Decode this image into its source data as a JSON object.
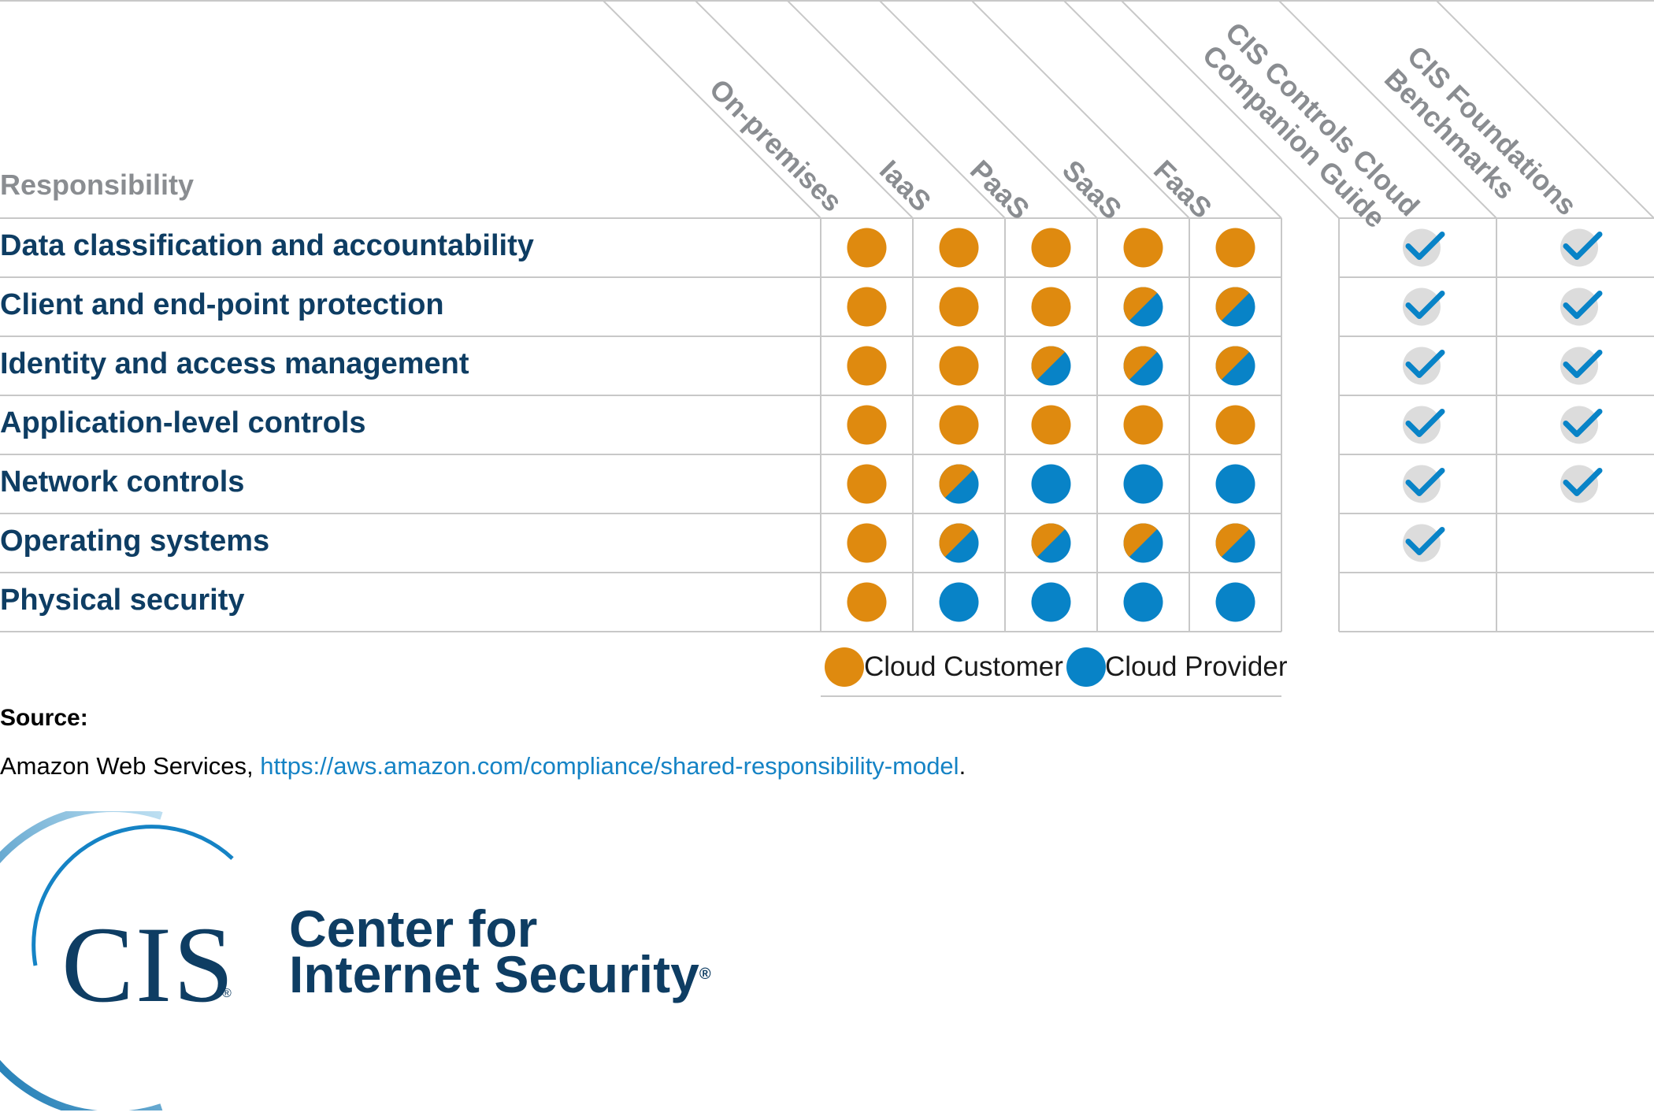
{
  "table": {
    "responsibility_header": "Responsibility",
    "columns": [
      "On-premises",
      "IaaS",
      "PaaS",
      "SaaS",
      "FaaS"
    ],
    "extra_columns": [
      {
        "lines": [
          "CIS Controls Cloud",
          "Companion Guide"
        ]
      },
      {
        "lines": [
          "CIS Foundations",
          "Benchmarks"
        ]
      }
    ],
    "rows": [
      {
        "label": "Data classification and accountability",
        "cells": [
          "customer",
          "customer",
          "customer",
          "customer",
          "customer"
        ],
        "controls_guide": true,
        "benchmarks": true
      },
      {
        "label": "Client and end-point protection",
        "cells": [
          "customer",
          "customer",
          "customer",
          "shared",
          "shared"
        ],
        "controls_guide": true,
        "benchmarks": true
      },
      {
        "label": "Identity and access management",
        "cells": [
          "customer",
          "customer",
          "shared",
          "shared",
          "shared"
        ],
        "controls_guide": true,
        "benchmarks": true
      },
      {
        "label": "Application-level controls",
        "cells": [
          "customer",
          "customer",
          "customer",
          "customer",
          "customer"
        ],
        "controls_guide": true,
        "benchmarks": true
      },
      {
        "label": "Network controls",
        "cells": [
          "customer",
          "shared",
          "provider",
          "provider",
          "provider"
        ],
        "controls_guide": true,
        "benchmarks": true
      },
      {
        "label": "Operating systems",
        "cells": [
          "customer",
          "shared",
          "shared",
          "shared",
          "shared"
        ],
        "controls_guide": true,
        "benchmarks": false
      },
      {
        "label": "Physical security",
        "cells": [
          "customer",
          "provider",
          "provider",
          "provider",
          "provider"
        ],
        "controls_guide": false,
        "benchmarks": false
      }
    ]
  },
  "legend": {
    "customer_label": "Cloud Customer",
    "provider_label": "Cloud Provider"
  },
  "colors": {
    "customer": "#df8a0f",
    "provider": "#0883c7",
    "check_circle": "#dcdcdc",
    "check": "#0883c7",
    "grid": "#c8c8c8",
    "label": "#0e3d63",
    "header": "#8a8d91"
  },
  "source": {
    "label": "Source:",
    "text": "Amazon Web Services, ",
    "link": "https://aws.amazon.com/compliance/shared-responsibility-model",
    "suffix": "."
  },
  "logo": {
    "mark": "CIS",
    "reg": "®",
    "name_line1": "Center for",
    "name_line2": "Internet Security",
    "name_reg": "®"
  }
}
